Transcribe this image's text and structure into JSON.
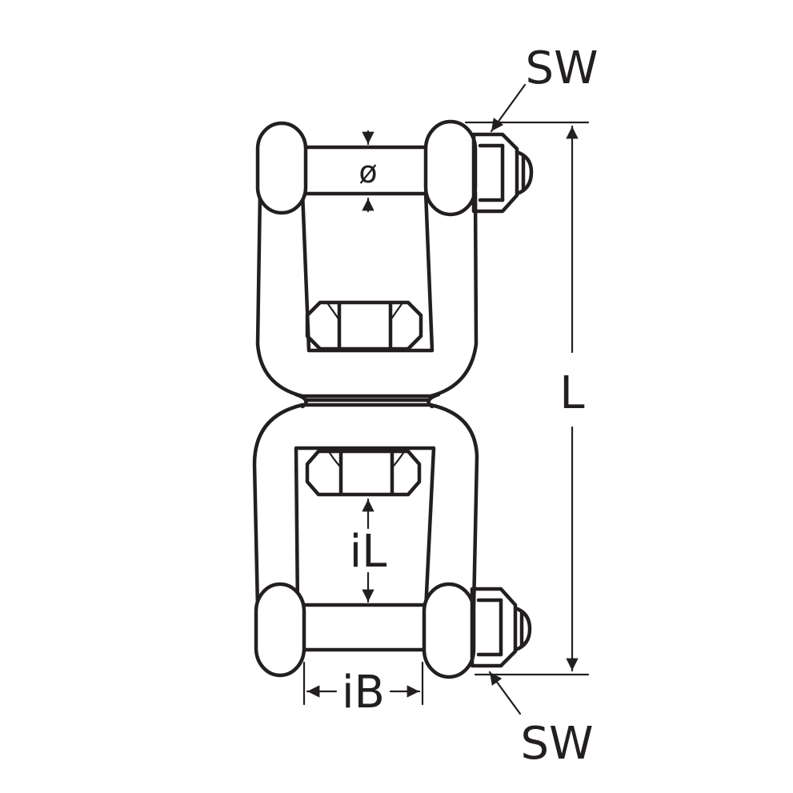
{
  "labels": {
    "sw_top": "SW",
    "sw_bottom": "SW",
    "diameter": "ø",
    "length": "L",
    "inner_length": "iL",
    "inner_width": "iB"
  },
  "colors": {
    "line": "#231f20",
    "background": "#ffffff"
  }
}
